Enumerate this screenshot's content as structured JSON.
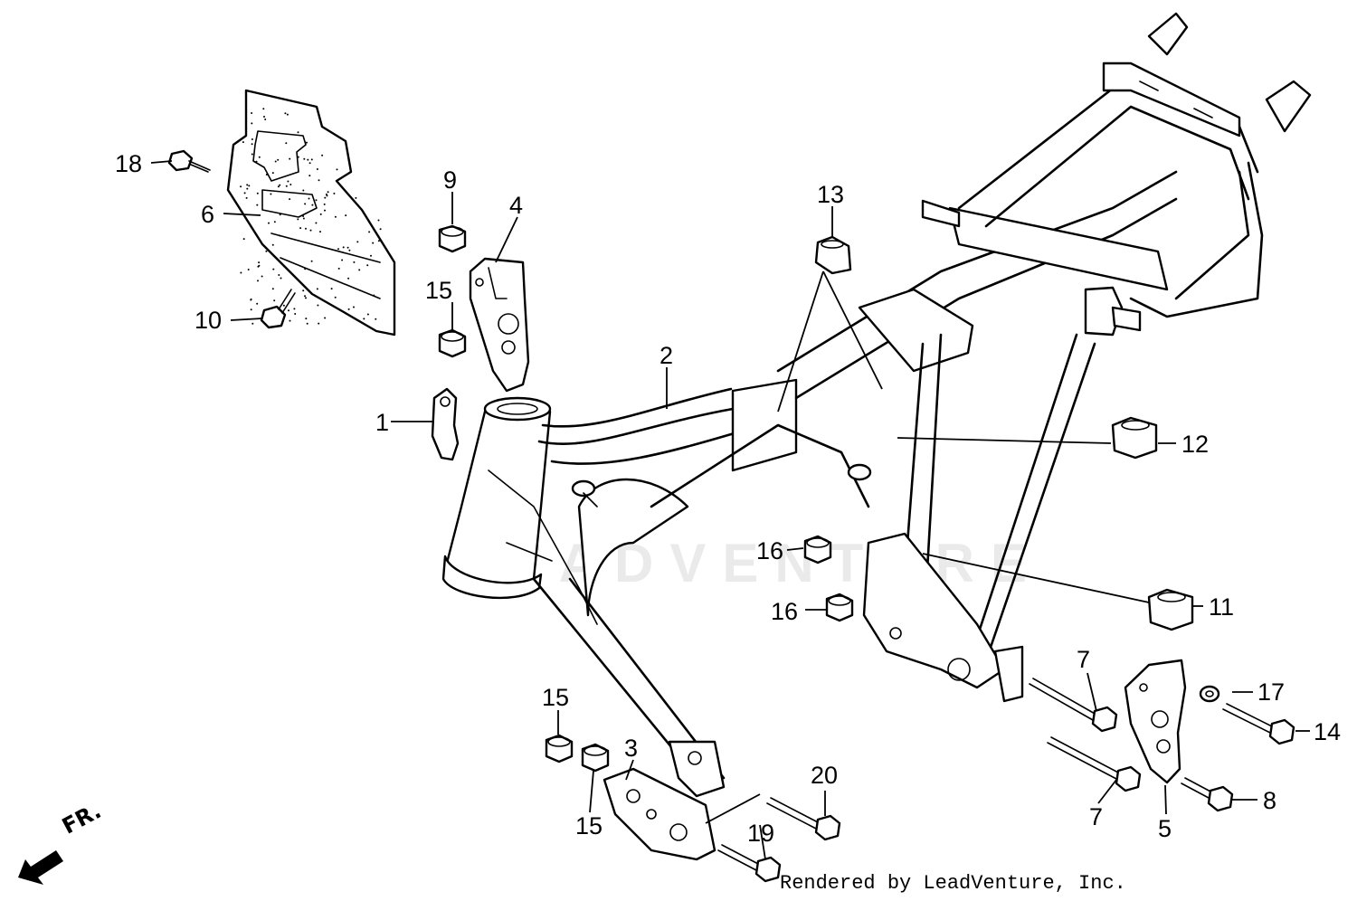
{
  "direction_label": "FR.",
  "credit": "Rendered by LeadVenture, Inc.",
  "watermark": "LEADVENTURE",
  "callouts": [
    {
      "id": "c1",
      "label": "1"
    },
    {
      "id": "c2",
      "label": "2"
    },
    {
      "id": "c3",
      "label": "3"
    },
    {
      "id": "c4",
      "label": "4"
    },
    {
      "id": "c5",
      "label": "5"
    },
    {
      "id": "c6",
      "label": "6"
    },
    {
      "id": "c7a",
      "label": "7"
    },
    {
      "id": "c7b",
      "label": "7"
    },
    {
      "id": "c8",
      "label": "8"
    },
    {
      "id": "c9",
      "label": "9"
    },
    {
      "id": "c10",
      "label": "10"
    },
    {
      "id": "c11",
      "label": "11"
    },
    {
      "id": "c12",
      "label": "12"
    },
    {
      "id": "c13",
      "label": "13"
    },
    {
      "id": "c14",
      "label": "14"
    },
    {
      "id": "c15a",
      "label": "15"
    },
    {
      "id": "c15b",
      "label": "15"
    },
    {
      "id": "c15c",
      "label": "15"
    },
    {
      "id": "c16a",
      "label": "16"
    },
    {
      "id": "c16b",
      "label": "16"
    },
    {
      "id": "c17",
      "label": "17"
    },
    {
      "id": "c18",
      "label": "18"
    },
    {
      "id": "c19",
      "label": "19"
    },
    {
      "id": "c20",
      "label": "20"
    }
  ]
}
